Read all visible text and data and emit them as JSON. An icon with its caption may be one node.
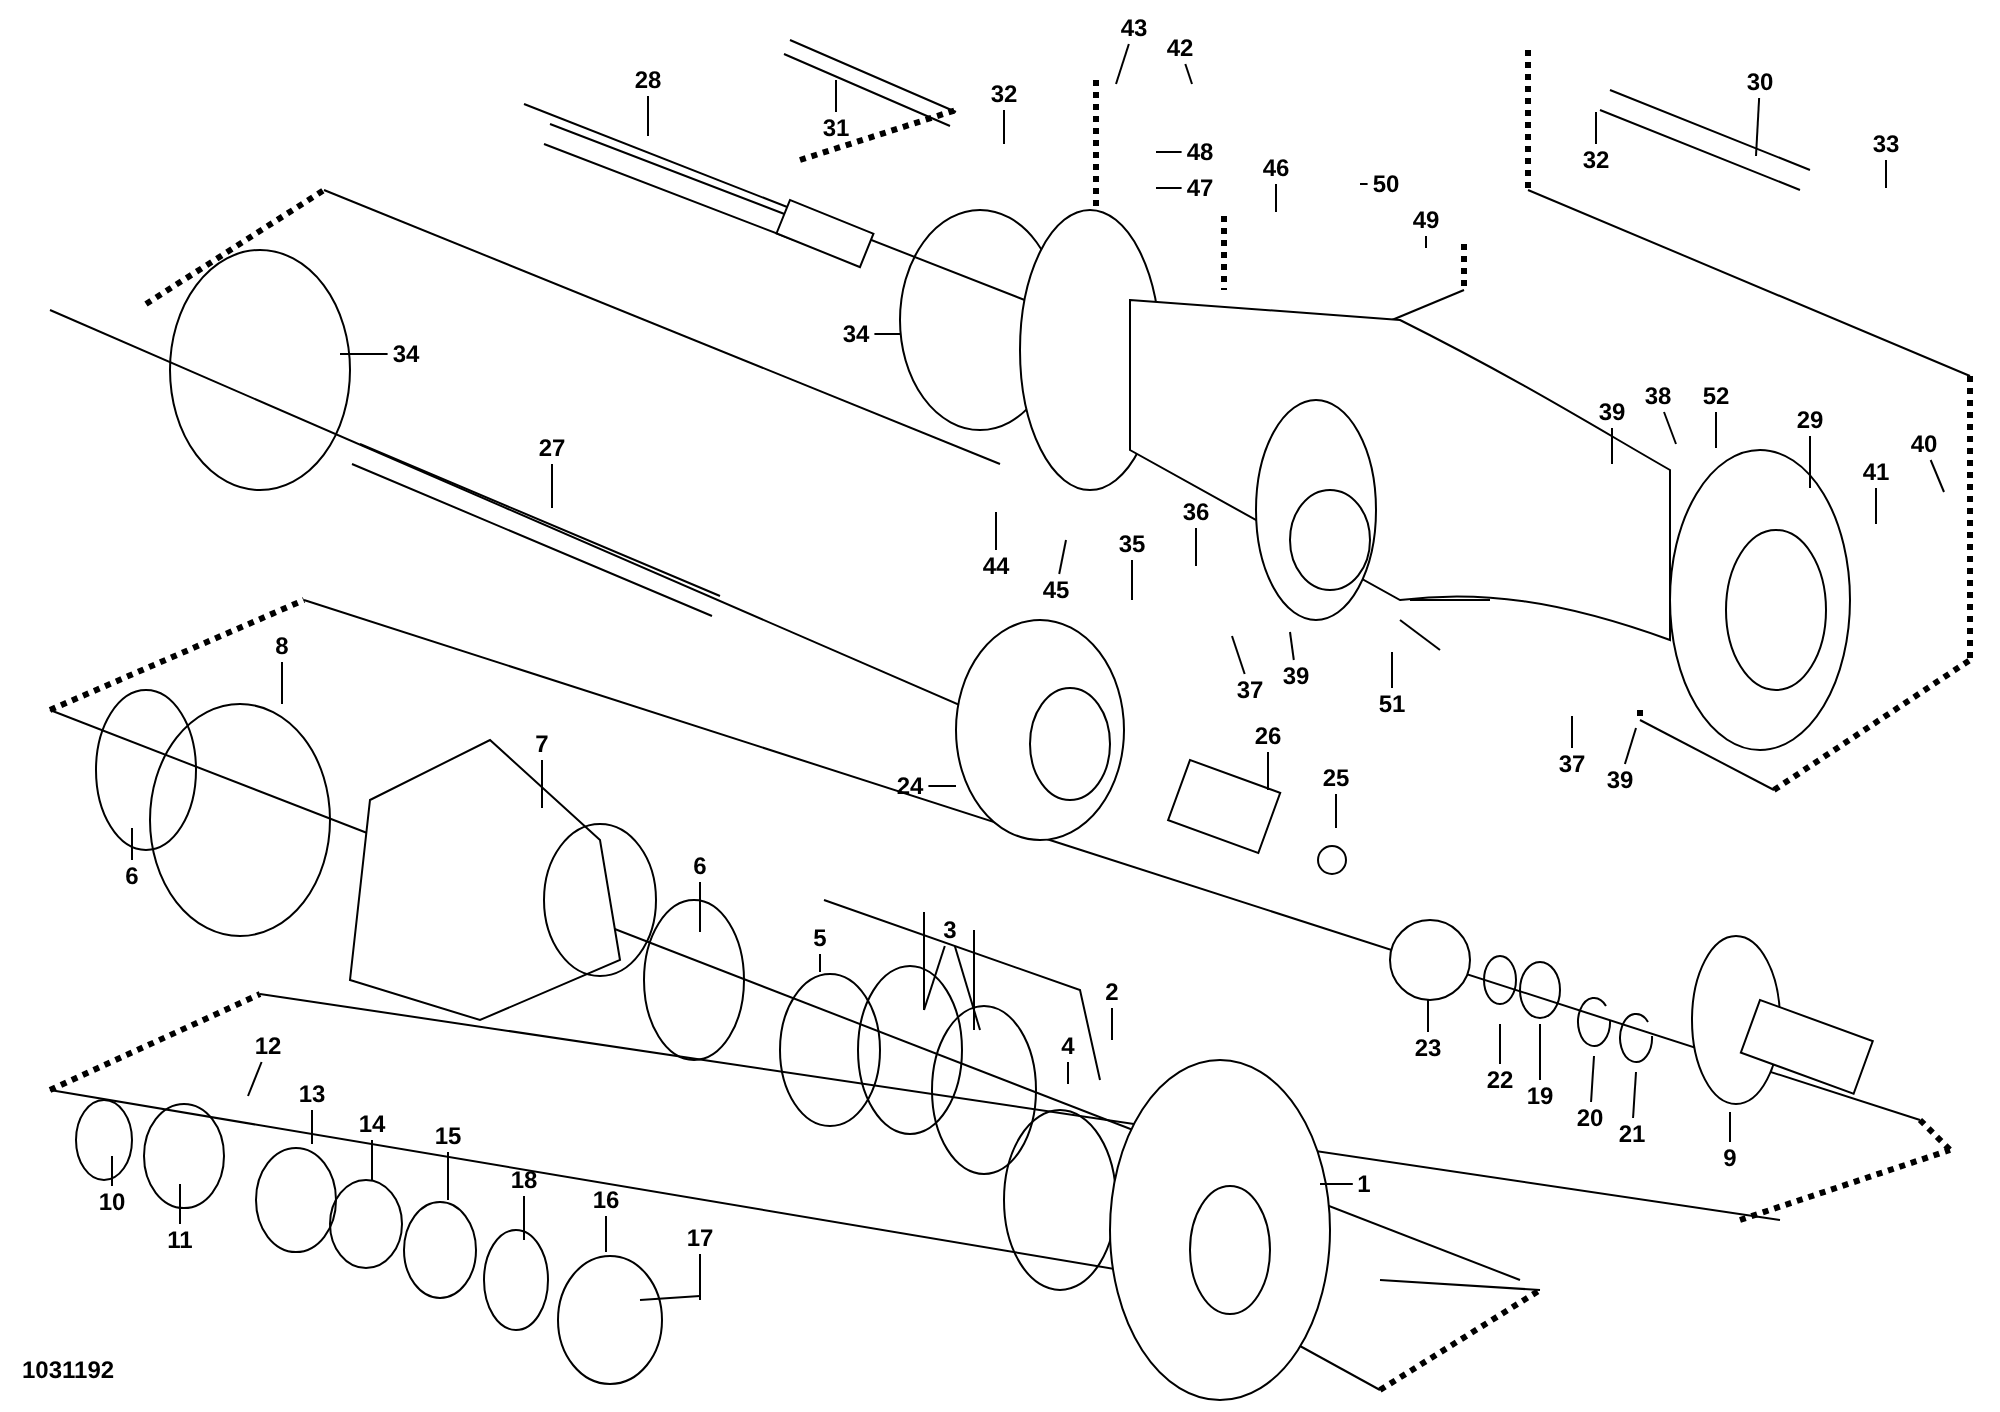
{
  "diagram": {
    "nodes": [
      {
        "text": [
          "28"
        ]
      },
      {
        "text": [
          "31"
        ]
      },
      {
        "text": [
          "32"
        ]
      },
      {
        "text": [
          "43"
        ]
      },
      {
        "text": [
          "42"
        ]
      },
      {
        "text": [
          "48"
        ]
      },
      {
        "text": [
          "47"
        ]
      },
      {
        "text": [
          "46"
        ]
      },
      {
        "text": [
          "50"
        ]
      },
      {
        "text": [
          "49"
        ]
      },
      {
        "text": [
          "30"
        ]
      },
      {
        "text": [
          "32"
        ]
      },
      {
        "text": [
          "33"
        ]
      },
      {
        "text": [
          "34"
        ]
      },
      {
        "text": [
          "34"
        ]
      },
      {
        "text": [
          "27"
        ]
      },
      {
        "text": [
          "39"
        ]
      },
      {
        "text": [
          "38"
        ]
      },
      {
        "text": [
          "52"
        ]
      },
      {
        "text": [
          "29"
        ]
      },
      {
        "text": [
          "40"
        ]
      },
      {
        "text": [
          "41"
        ]
      },
      {
        "text": [
          "35"
        ]
      },
      {
        "text": [
          "36"
        ]
      },
      {
        "text": [
          "44"
        ]
      },
      {
        "text": [
          "45"
        ]
      },
      {
        "text": [
          "37"
        ]
      },
      {
        "text": [
          "39"
        ]
      },
      {
        "text": [
          "51"
        ]
      },
      {
        "text": [
          "8"
        ]
      },
      {
        "text": [
          "7"
        ]
      },
      {
        "text": [
          "24"
        ]
      },
      {
        "text": [
          "26"
        ]
      },
      {
        "text": [
          "25"
        ]
      },
      {
        "text": [
          "37"
        ]
      },
      {
        "text": [
          "39"
        ]
      },
      {
        "text": [
          "6"
        ]
      },
      {
        "text": [
          "6"
        ]
      },
      {
        "text": [
          "5"
        ]
      },
      {
        "text": [
          "3"
        ]
      },
      {
        "text": [
          "2"
        ]
      },
      {
        "text": [
          "4"
        ]
      },
      {
        "text": [
          "23"
        ]
      },
      {
        "text": [
          "22"
        ]
      },
      {
        "text": [
          "19"
        ]
      },
      {
        "text": [
          "20"
        ]
      },
      {
        "text": [
          "21"
        ]
      },
      {
        "text": [
          "9"
        ]
      },
      {
        "text": [
          "1"
        ]
      },
      {
        "text": [
          "12"
        ]
      },
      {
        "text": [
          "13"
        ]
      },
      {
        "text": [
          "14"
        ]
      },
      {
        "text": [
          "15"
        ]
      },
      {
        "text": [
          "18"
        ]
      },
      {
        "text": [
          "16"
        ]
      },
      {
        "text": [
          "17"
        ]
      },
      {
        "text": [
          "10"
        ]
      },
      {
        "text": [
          "11"
        ]
      }
    ],
    "edges": [
      {
        "from": 0,
        "to": null,
        "arrow": "none"
      },
      {
        "from": 1,
        "to": null,
        "arrow": "none"
      },
      {
        "from": 2,
        "to": null,
        "arrow": "none"
      },
      {
        "from": 3,
        "to": null,
        "arrow": "none"
      },
      {
        "from": 4,
        "to": null,
        "arrow": "none"
      },
      {
        "from": 5,
        "to": null,
        "arrow": "none"
      },
      {
        "from": 6,
        "to": null,
        "arrow": "none"
      },
      {
        "from": 7,
        "to": null,
        "arrow": "none"
      },
      {
        "from": 8,
        "to": null,
        "arrow": "none"
      },
      {
        "from": 9,
        "to": null,
        "arrow": "none"
      },
      {
        "from": 10,
        "to": null,
        "arrow": "none"
      },
      {
        "from": 11,
        "to": null,
        "arrow": "none"
      },
      {
        "from": 12,
        "to": null,
        "arrow": "none"
      },
      {
        "from": 13,
        "to": null,
        "arrow": "none"
      },
      {
        "from": 14,
        "to": null,
        "arrow": "none"
      },
      {
        "from": 15,
        "to": null,
        "arrow": "none"
      },
      {
        "from": 16,
        "to": null,
        "arrow": "none"
      },
      {
        "from": 17,
        "to": null,
        "arrow": "none"
      },
      {
        "from": 18,
        "to": null,
        "arrow": "none"
      },
      {
        "from": 19,
        "to": null,
        "arrow": "none"
      },
      {
        "from": 20,
        "to": null,
        "arrow": "none"
      },
      {
        "from": 21,
        "to": null,
        "arrow": "none"
      },
      {
        "from": 22,
        "to": null,
        "arrow": "none"
      },
      {
        "from": 23,
        "to": null,
        "arrow": "none"
      },
      {
        "from": 24,
        "to": null,
        "arrow": "none"
      },
      {
        "from": 25,
        "to": null,
        "arrow": "none"
      },
      {
        "from": 26,
        "to": null,
        "arrow": "none"
      },
      {
        "from": 27,
        "to": null,
        "arrow": "none"
      },
      {
        "from": 28,
        "to": null,
        "arrow": "none"
      },
      {
        "from": 29,
        "to": null,
        "arrow": "none"
      },
      {
        "from": 30,
        "to": null,
        "arrow": "none"
      },
      {
        "from": 31,
        "to": null,
        "arrow": "none"
      },
      {
        "from": 32,
        "to": null,
        "arrow": "none"
      },
      {
        "from": 33,
        "to": null,
        "arrow": "none"
      },
      {
        "from": 34,
        "to": null,
        "arrow": "none"
      },
      {
        "from": 35,
        "to": null,
        "arrow": "none"
      },
      {
        "from": 36,
        "to": null,
        "arrow": "none"
      },
      {
        "from": 37,
        "to": null,
        "arrow": "none"
      },
      {
        "from": 38,
        "to": null,
        "arrow": "none"
      },
      {
        "from": 39,
        "to": null,
        "arrow": "none"
      },
      {
        "from": 39,
        "to": null,
        "arrow": "none"
      },
      {
        "from": 40,
        "to": null,
        "arrow": "none"
      },
      {
        "from": 41,
        "to": null,
        "arrow": "none"
      },
      {
        "from": 42,
        "to": null,
        "arrow": "none"
      },
      {
        "from": 43,
        "to": null,
        "arrow": "none"
      },
      {
        "from": 44,
        "to": null,
        "arrow": "none"
      },
      {
        "from": 45,
        "to": null,
        "arrow": "none"
      },
      {
        "from": 46,
        "to": null,
        "arrow": "none"
      },
      {
        "from": 47,
        "to": null,
        "arrow": "none"
      },
      {
        "from": 48,
        "to": null,
        "arrow": "none"
      },
      {
        "from": 49,
        "to": null,
        "arrow": "none"
      },
      {
        "from": 50,
        "to": null,
        "arrow": "none"
      },
      {
        "from": 51,
        "to": null,
        "arrow": "none"
      },
      {
        "from": 52,
        "to": null,
        "arrow": "none"
      },
      {
        "from": 53,
        "to": null,
        "arrow": "none"
      },
      {
        "from": 54,
        "to": null,
        "arrow": "none"
      },
      {
        "from": 55,
        "to": null,
        "arrow": "none"
      },
      {
        "from": 56,
        "to": null,
        "arrow": "none"
      },
      {
        "from": 57,
        "to": null,
        "arrow": "none"
      }
    ],
    "labels": [
      "1031192"
    ]
  }
}
